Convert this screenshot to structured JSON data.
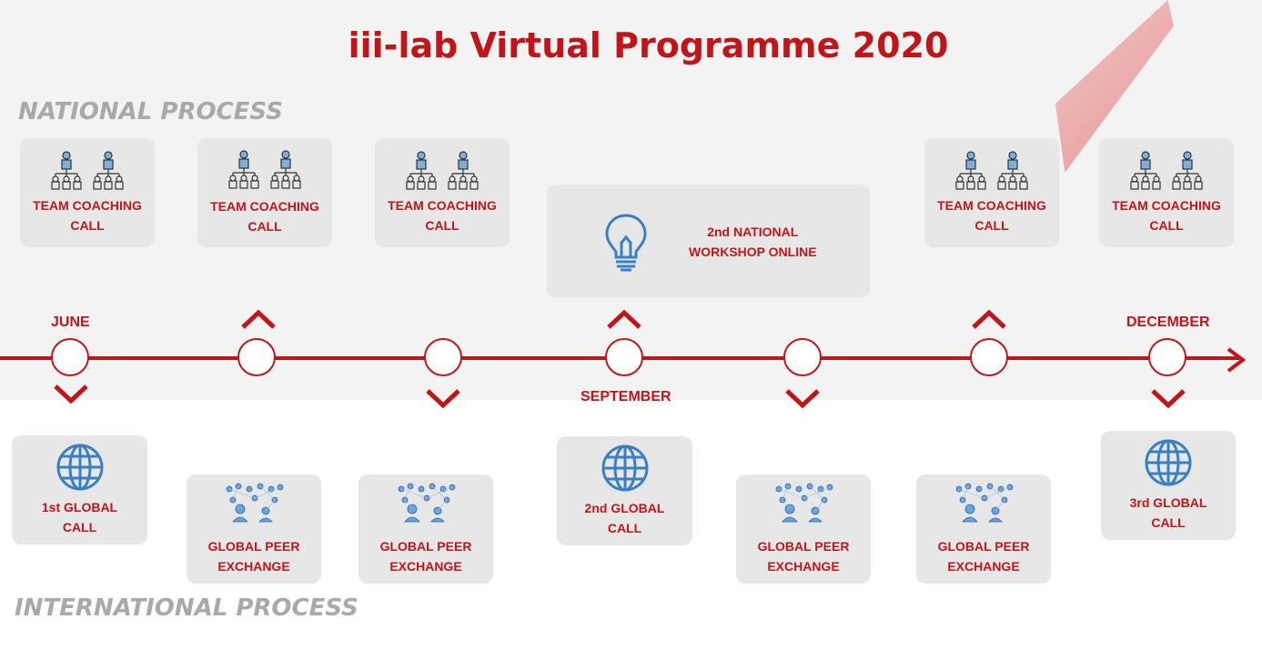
{
  "title": "iii-lab Virtual Programme 2020",
  "sections": {
    "national": "NATIONAL PROCESS",
    "international": "INTERNATIONAL PROCESS"
  },
  "months": {
    "june": "JUNE",
    "september": "SEPTEMBER",
    "december": "DECEMBER"
  },
  "national_cards": [
    {
      "line1": "TEAM COACHING",
      "line2": "CALL",
      "icon": "team-hierarchy-icon"
    },
    {
      "line1": "TEAM COACHING",
      "line2": "CALL",
      "icon": "team-hierarchy-icon"
    },
    {
      "line1": "TEAM COACHING",
      "line2": "CALL",
      "icon": "team-hierarchy-icon"
    },
    {
      "line1": "2nd NATIONAL",
      "line2": "WORKSHOP ONLINE",
      "icon": "lightbulb-icon"
    },
    {
      "line1": "TEAM COACHING",
      "line2": "CALL",
      "icon": "team-hierarchy-icon"
    },
    {
      "line1": "TEAM COACHING",
      "line2": "CALL",
      "icon": "team-hierarchy-icon"
    }
  ],
  "international_cards": [
    {
      "line1": "1st GLOBAL",
      "line2": "CALL",
      "icon": "globe-icon"
    },
    {
      "line1": "GLOBAL PEER",
      "line2": "EXCHANGE",
      "icon": "people-network-icon"
    },
    {
      "line1": "GLOBAL PEER",
      "line2": "EXCHANGE",
      "icon": "people-network-icon"
    },
    {
      "line1": "2nd GLOBAL",
      "line2": "CALL",
      "icon": "globe-icon"
    },
    {
      "line1": "GLOBAL PEER",
      "line2": "EXCHANGE",
      "icon": "people-network-icon"
    },
    {
      "line1": "GLOBAL PEER",
      "line2": "EXCHANGE",
      "icon": "people-network-icon"
    },
    {
      "line1": "3rd GLOBAL",
      "line2": "CALL",
      "icon": "globe-icon"
    }
  ],
  "colors": {
    "accent": "#c0161a",
    "card": "#e7e7e7",
    "section_text": "#a9a9a9",
    "icon_blue": "#3a7fc4"
  }
}
